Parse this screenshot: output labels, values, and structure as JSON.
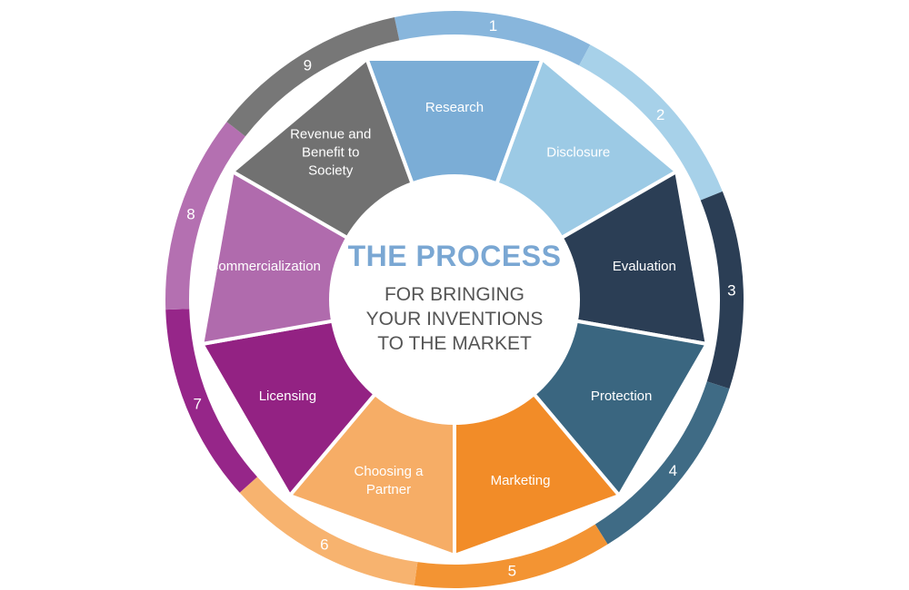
{
  "center": {
    "title": "THE PROCESS",
    "subtitle_lines": [
      "FOR BRINGING",
      "YOUR INVENTIONS",
      "TO THE MARKET"
    ]
  },
  "steps": [
    {
      "number": "1",
      "label_lines": [
        "Research"
      ],
      "inner_color": "#7badd6",
      "outer_color": "#88b6dc"
    },
    {
      "number": "2",
      "label_lines": [
        "Disclosure"
      ],
      "inner_color": "#9ccae5",
      "outer_color": "#a7d1e9"
    },
    {
      "number": "3",
      "label_lines": [
        "Evaluation"
      ],
      "inner_color": "#2b3e55",
      "outer_color": "#2b3e55"
    },
    {
      "number": "4",
      "label_lines": [
        "Protection"
      ],
      "inner_color": "#3a6680",
      "outer_color": "#3f6b85"
    },
    {
      "number": "5",
      "label_lines": [
        "Marketing"
      ],
      "inner_color": "#f28c28",
      "outer_color": "#f39433"
    },
    {
      "number": "6",
      "label_lines": [
        "Choosing a",
        "Partner"
      ],
      "inner_color": "#f6ad66",
      "outer_color": "#f7b36f"
    },
    {
      "number": "7",
      "label_lines": [
        "Licensing"
      ],
      "inner_color": "#932283",
      "outer_color": "#962689"
    },
    {
      "number": "8",
      "label_lines": [
        "Commercialization"
      ],
      "inner_color": "#b06bad",
      "outer_color": "#b470b1"
    },
    {
      "number": "9",
      "label_lines": [
        "Revenue and",
        "Benefit to",
        "Society"
      ],
      "inner_color": "#717171",
      "outer_color": "#777777"
    }
  ]
}
